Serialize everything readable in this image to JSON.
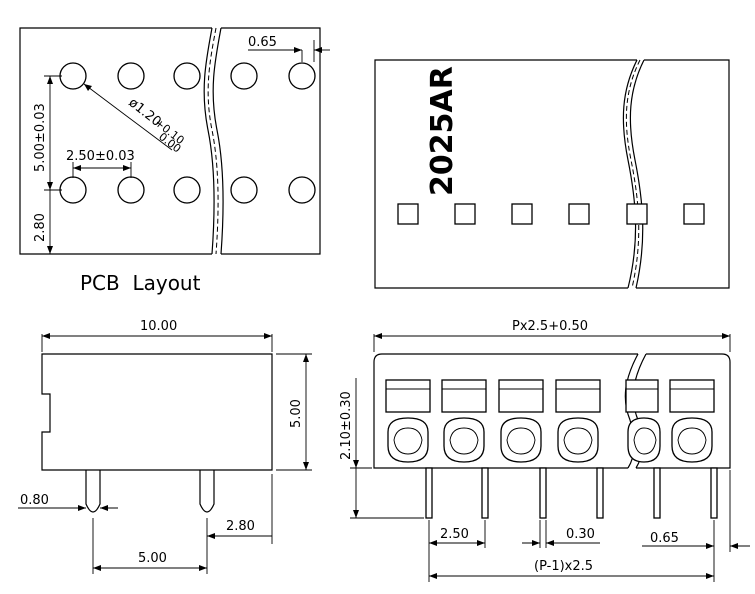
{
  "pcb": {
    "caption": "PCB  Layout",
    "dim_edge": "0.65",
    "dim_hole_dia": "ø1.20",
    "dim_hole_tol_plus": "+0.10",
    "dim_hole_tol_minus": "0.00",
    "dim_row_pitch": "5.00±0.03",
    "dim_col_pitch": "2.50±0.03",
    "dim_bottom": "2.80"
  },
  "top_view": {
    "model": "2025AR"
  },
  "side_view": {
    "dim_width": "10.00",
    "dim_height": "5.00",
    "dim_pin_dia": "0.80",
    "dim_pin_offset": "2.80",
    "dim_pin_spacing": "5.00"
  },
  "front_view": {
    "dim_total": "Px2.5+0.50",
    "dim_pin_height": "2.10±0.30",
    "dim_pitch": "2.50",
    "dim_pin_width": "0.30",
    "dim_edge": "0.65",
    "dim_span": "(P-1)x2.5"
  }
}
